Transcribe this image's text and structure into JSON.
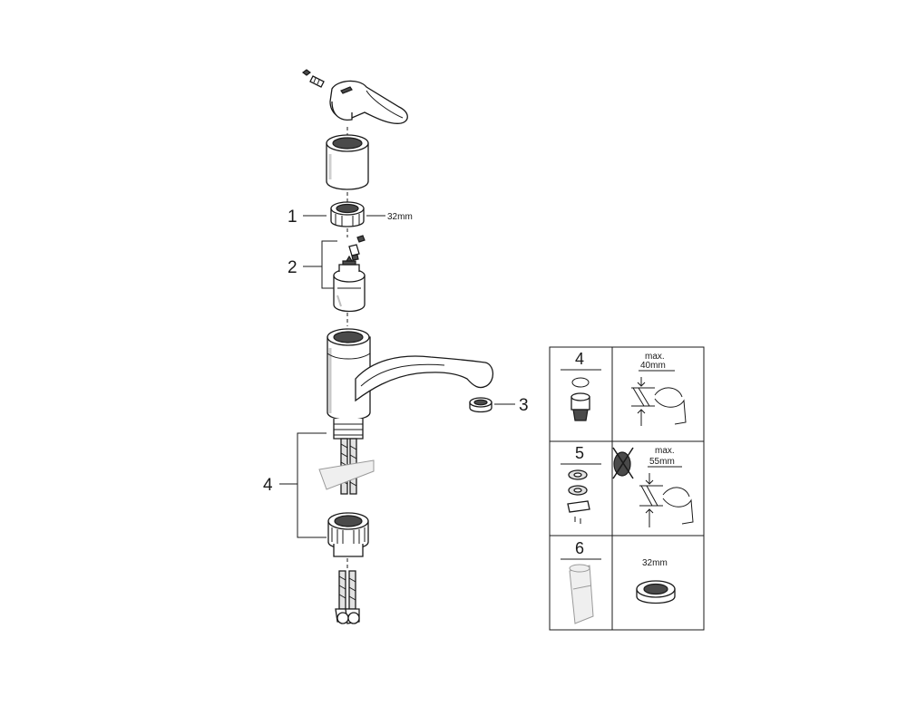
{
  "main_drawing": {
    "callouts": [
      {
        "id": "1",
        "label": "1"
      },
      {
        "id": "2",
        "label": "2"
      },
      {
        "id": "3",
        "label": "3"
      },
      {
        "id": "4",
        "label": "4"
      }
    ],
    "nut_size": "32mm"
  },
  "service_table": {
    "rows": [
      {
        "number": "4",
        "note_top": "max.",
        "note_value": "40mm"
      },
      {
        "number": "5",
        "note_top": "max.",
        "note_value": "55mm"
      },
      {
        "number": "6",
        "note_value": "32mm"
      }
    ]
  }
}
